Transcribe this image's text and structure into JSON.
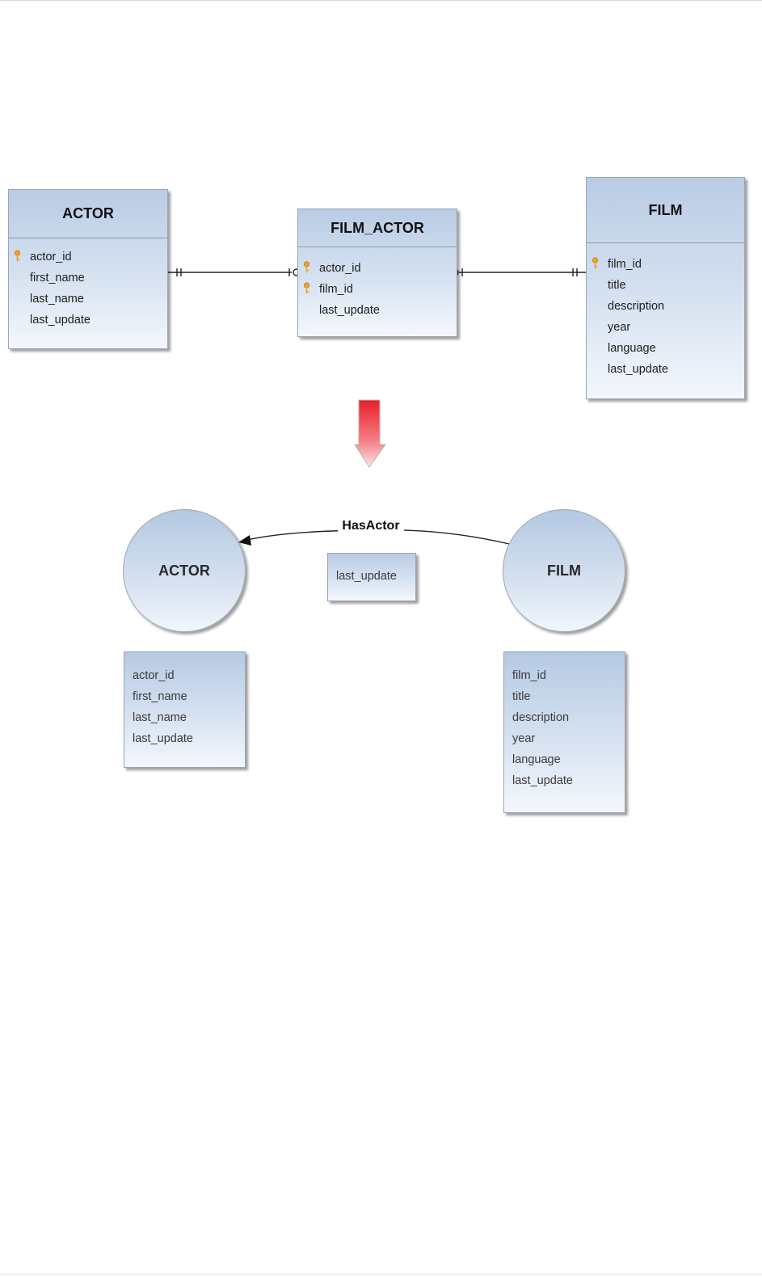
{
  "er_diagram": {
    "actor": {
      "name": "ACTOR",
      "fields": [
        {
          "label": "actor_id",
          "pk": true
        },
        {
          "label": "first_name",
          "pk": false
        },
        {
          "label": "last_name",
          "pk": false
        },
        {
          "label": "last_update",
          "pk": false
        }
      ]
    },
    "film_actor": {
      "name": "FILM_ACTOR",
      "fields": [
        {
          "label": "actor_id",
          "pk": true
        },
        {
          "label": "film_id",
          "pk": true
        },
        {
          "label": "last_update",
          "pk": false
        }
      ]
    },
    "film": {
      "name": "FILM",
      "fields": [
        {
          "label": "film_id",
          "pk": true
        },
        {
          "label": "title",
          "pk": false
        },
        {
          "label": "description",
          "pk": false
        },
        {
          "label": "year",
          "pk": false
        },
        {
          "label": "language",
          "pk": false
        },
        {
          "label": "last_update",
          "pk": false
        }
      ]
    }
  },
  "graph_model": {
    "actor_node": {
      "name": "ACTOR",
      "properties": [
        "actor_id",
        "first_name",
        "last_name",
        "last_update"
      ]
    },
    "film_node": {
      "name": "FILM",
      "properties": [
        "film_id",
        "title",
        "description",
        "year",
        "language",
        "last_update"
      ]
    },
    "relationship": {
      "label": "HasActor",
      "property": "last_update"
    }
  },
  "colors": {
    "box_top": "#b9cce4",
    "box_bottom": "#f4f7fc",
    "box_border": "#9aa6b4",
    "key_icon": "#f0a030",
    "arrow_red": "#e8202a",
    "line": "#222222"
  },
  "icons": {
    "primary_key": "key-icon",
    "transform_arrow": "down-arrow-icon"
  }
}
